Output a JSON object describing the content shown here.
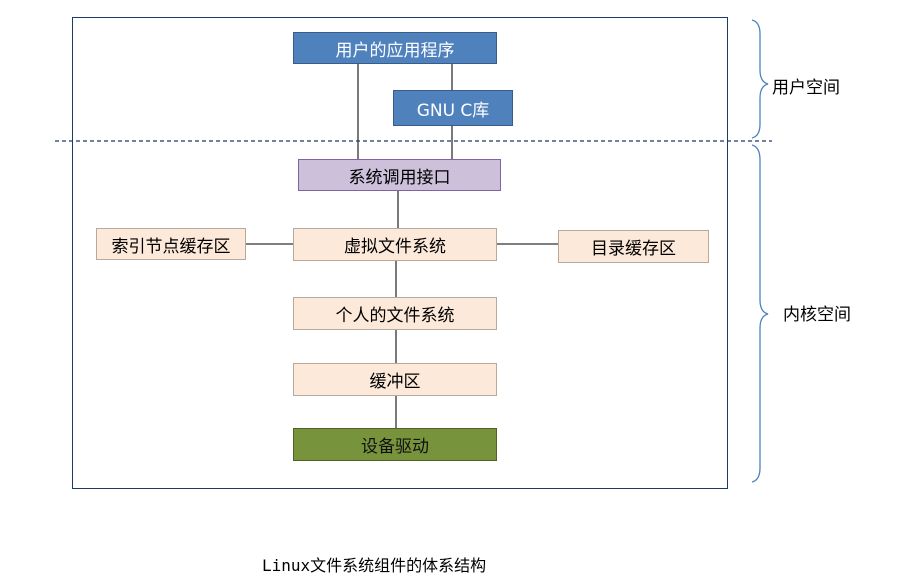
{
  "nodes": {
    "user_app": "用户的应用程序",
    "glibc": "GNU C库",
    "syscall": "系统调用接口",
    "inode_cache": "索引节点缓存区",
    "vfs": "虚拟文件系统",
    "dentry_cache": "目录缓存区",
    "fs": "个人的文件系统",
    "buffer": "缓冲区",
    "driver": "设备驱动"
  },
  "regions": {
    "user_space": "用户空间",
    "kernel_space": "内核空间"
  },
  "caption": "Linux文件系统组件的体系结构",
  "colors": {
    "user_layer": "#4f81bd",
    "syscall_layer": "#ccc0da",
    "kernel_layer": "#fde9d9",
    "driver_layer": "#77933c",
    "frame": "#1f3864"
  }
}
